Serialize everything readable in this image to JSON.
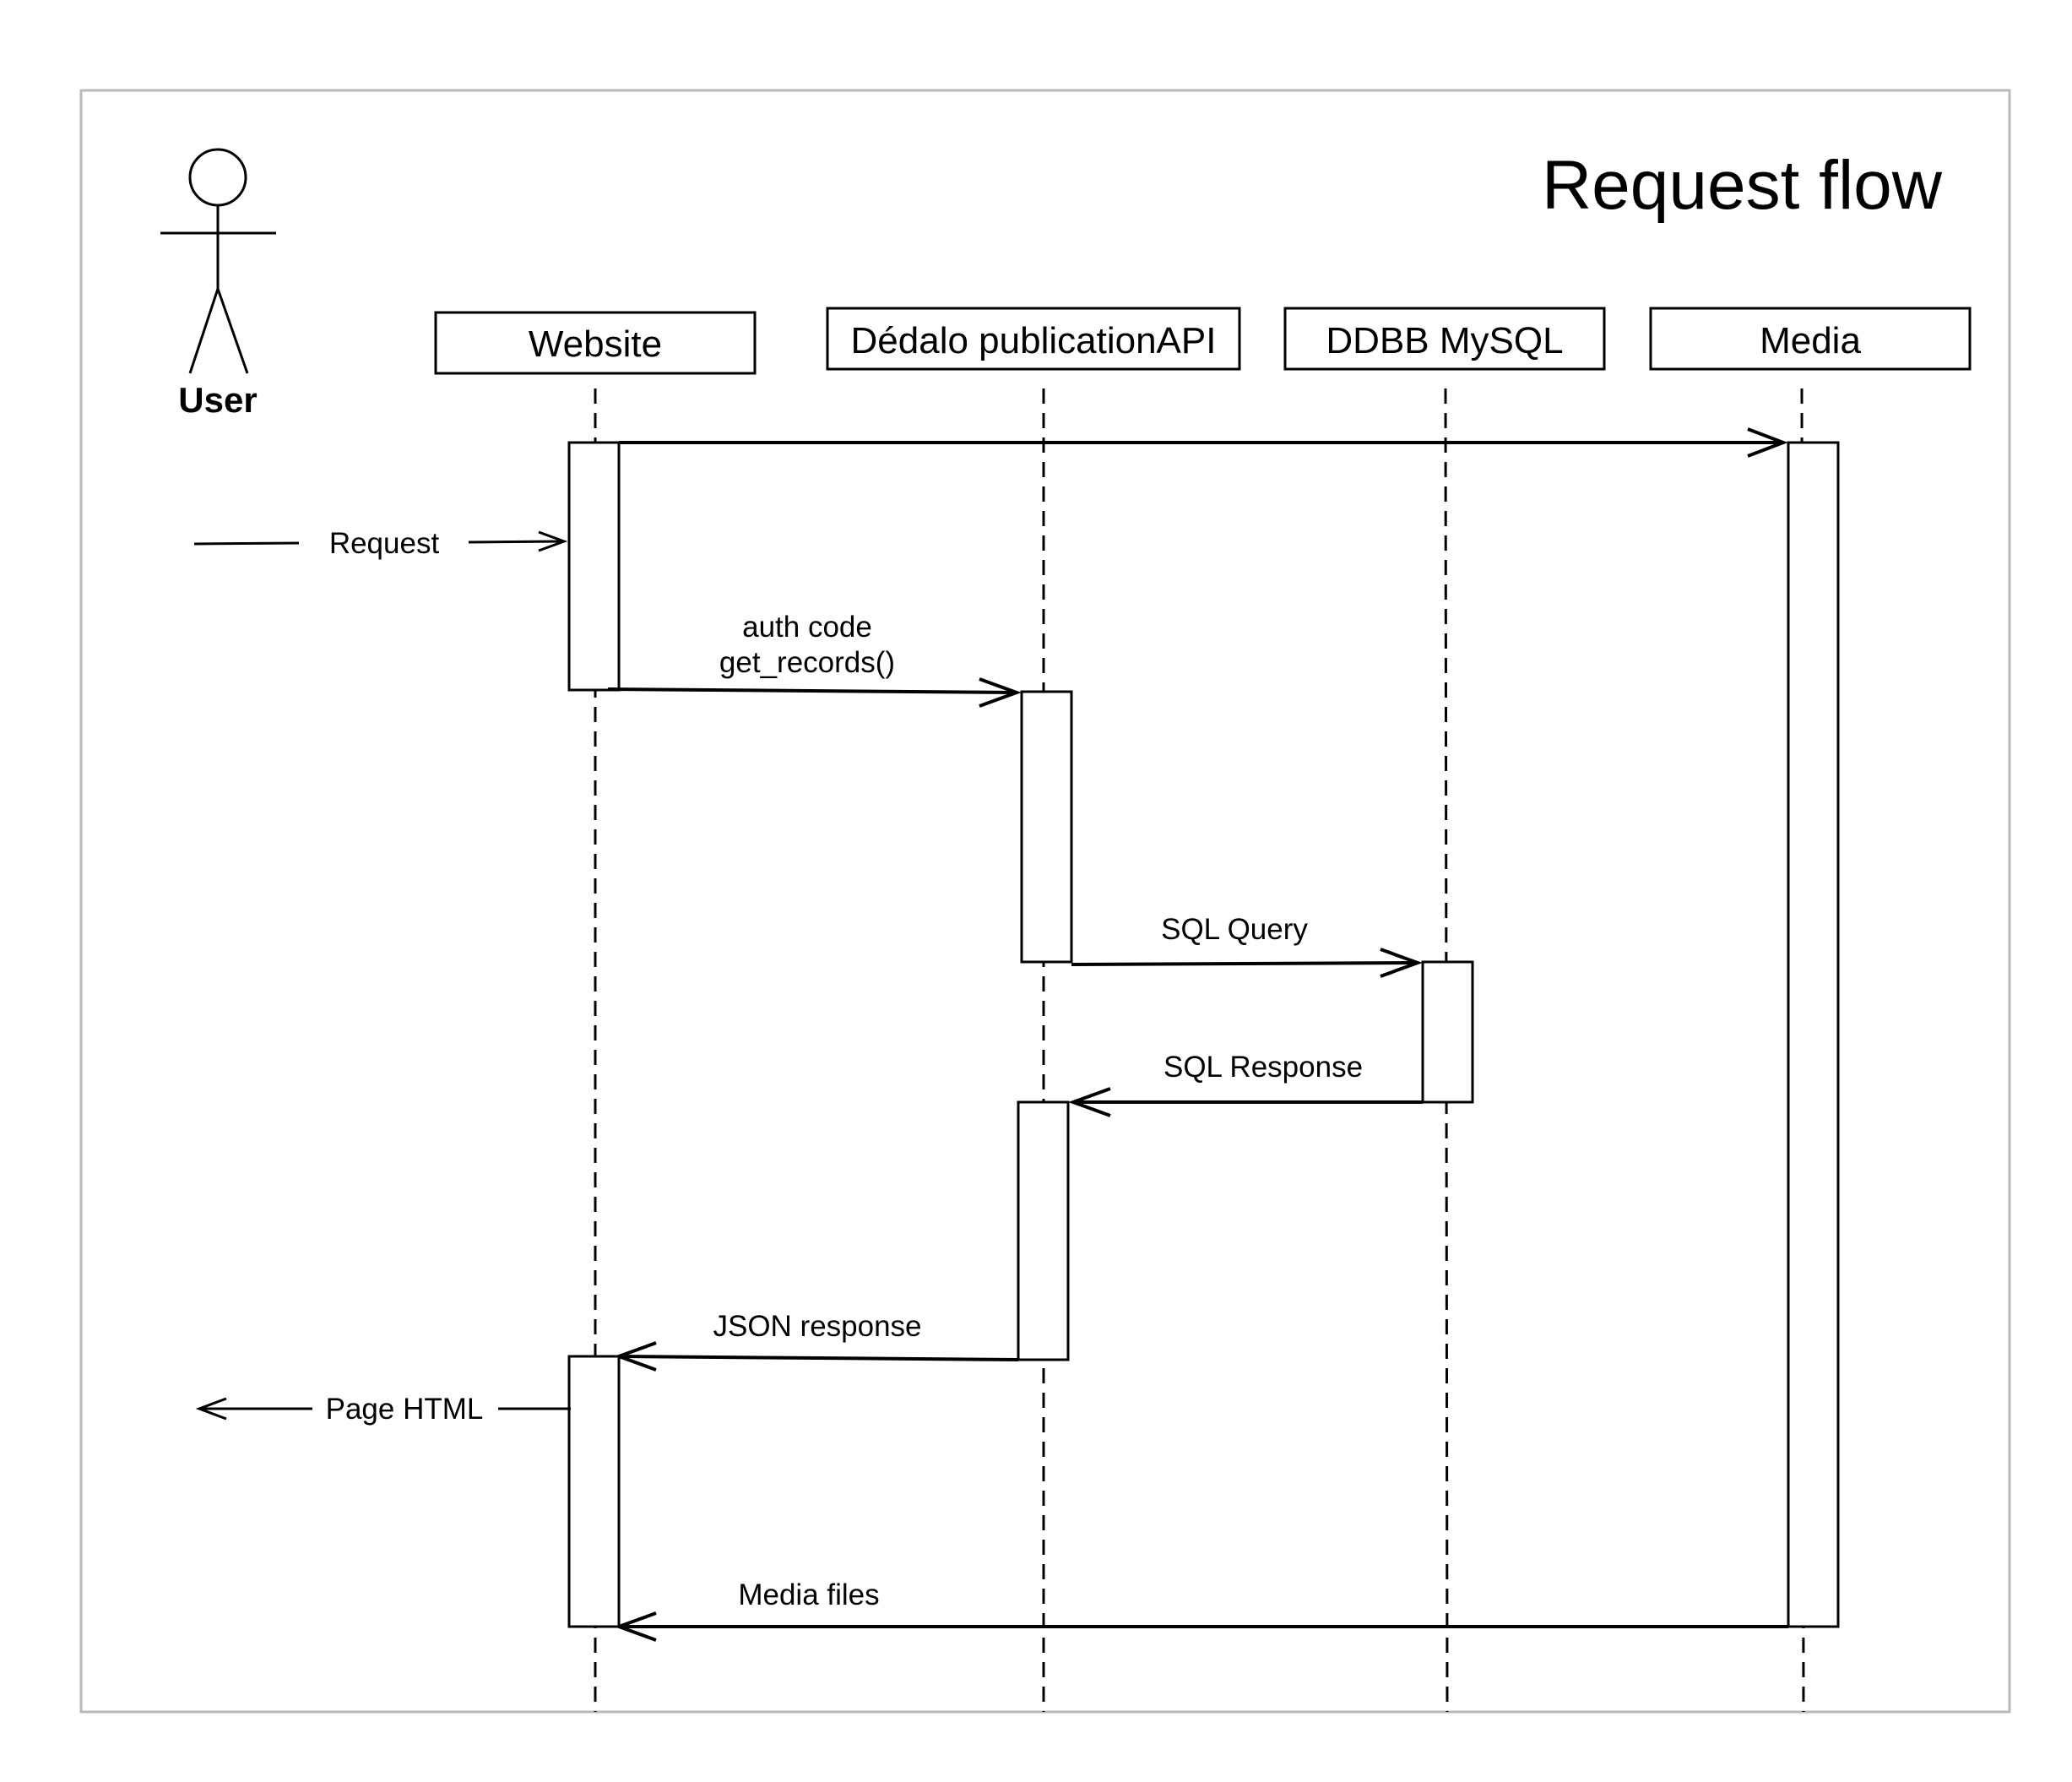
{
  "diagram": {
    "title": "Request flow",
    "actor": {
      "label": "User"
    },
    "participants": [
      {
        "id": "website",
        "label": "Website"
      },
      {
        "id": "api",
        "label": "Dédalo publicationAPI"
      },
      {
        "id": "db",
        "label": "DDBB MySQL"
      },
      {
        "id": "media",
        "label": "Media"
      }
    ],
    "messages": [
      {
        "id": "website-to-media",
        "from": "website",
        "to": "media",
        "label": ""
      },
      {
        "id": "request",
        "from": "user",
        "to": "website",
        "label": "Request"
      },
      {
        "id": "get-records",
        "from": "website",
        "to": "api",
        "label_line1": "auth code",
        "label_line2": "get_records()"
      },
      {
        "id": "sql-query",
        "from": "api",
        "to": "db",
        "label": "SQL Query"
      },
      {
        "id": "sql-response",
        "from": "db",
        "to": "api",
        "label": "SQL Response"
      },
      {
        "id": "json-response",
        "from": "api",
        "to": "website",
        "label": "JSON response"
      },
      {
        "id": "page-html",
        "from": "website",
        "to": "user",
        "label": "Page HTML"
      },
      {
        "id": "media-files",
        "from": "media",
        "to": "website",
        "label": "Media files"
      }
    ]
  }
}
